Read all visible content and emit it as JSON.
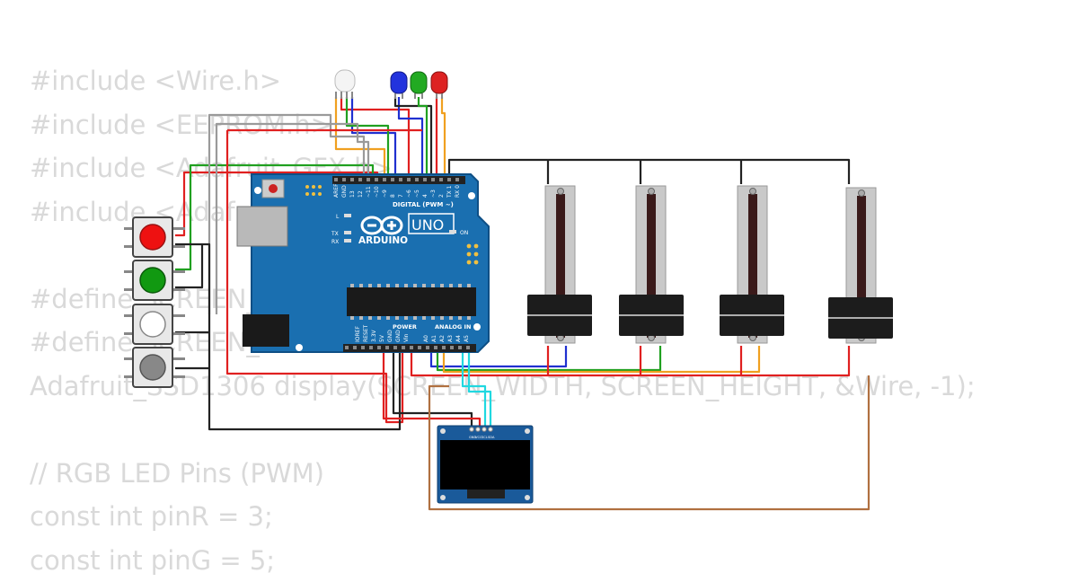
{
  "code_lines": [
    "#include <Wire.h>",
    "#include <EEPROM.h>",
    "#include <Adafruit_GFX.h>",
    "#include <Adafruit_SSD1306.h>",
    "",
    "#define SCREEN_WIDTH 128",
    "#define SCREEN_HEIGHT 64",
    "Adafruit_SSD1306 display(SCREEN_WIDTH, SCREEN_HEIGHT, &Wire, -1);",
    "",
    "// RGB LED Pins (PWM)",
    "const int pinR = 3;",
    "const int pinG = 5;"
  ],
  "arduino": {
    "logo_text": "ARDUINO",
    "model": "UNO",
    "digital_label": "DIGITAL (PWM ~)",
    "power_label": "POWER",
    "analog_label": "ANALOG IN",
    "on_label": "ON",
    "l_label": "L",
    "tx_label": "TX",
    "rx_label": "RX",
    "digital_pins": [
      "AREF",
      "GND",
      "13",
      "12",
      "~11",
      "~10",
      "~9",
      "8",
      "7",
      "~6",
      "~5",
      "4",
      "~3",
      "2",
      "TX 1",
      "RX 0"
    ],
    "power_pins": [
      "IOREF",
      "RESET",
      "3.3V",
      "5V",
      "GND",
      "GND",
      "Vin"
    ],
    "analog_pins": [
      "A0",
      "A1",
      "A2",
      "A3",
      "A4",
      "A5"
    ]
  },
  "oled": {
    "pins": [
      "GND",
      "VCC",
      "SCL",
      "SDA"
    ]
  },
  "leds": {
    "colors": [
      "#ffffff",
      "#2233dd",
      "#22aa22",
      "#dd2222"
    ]
  },
  "buttons": {
    "colors": [
      "#ee1111",
      "#119911",
      "#ffffff",
      "#888888"
    ]
  },
  "wire_colors": {
    "red": "#e02020",
    "black": "#222222",
    "blue": "#2030d0",
    "green": "#20a020",
    "orange": "#f0a020",
    "gray": "#9a9a9a",
    "cyan": "#20d8e0",
    "brown": "#b07040"
  }
}
